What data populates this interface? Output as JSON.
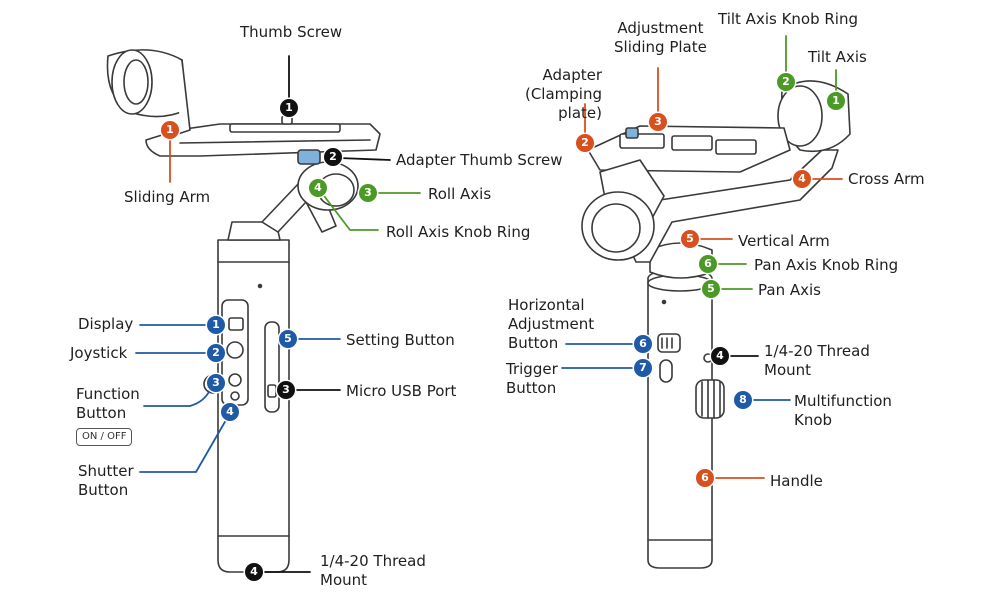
{
  "colors": {
    "black_marker": "#111111",
    "blue_marker": "#1f5aa6",
    "orange_marker": "#d7501e",
    "green_marker": "#4c9a26",
    "outline": "#3a3a3a"
  },
  "left_labels": {
    "thumb_screw": "Thumb Screw",
    "adapter_thumb_screw": "Adapter Thumb Screw",
    "sliding_arm": "Sliding Arm",
    "roll_axis": "Roll Axis",
    "roll_axis_knob_ring": "Roll Axis Knob Ring",
    "display": "Display",
    "joystick": "Joystick",
    "function_button": "Function\nButton",
    "on_off": "ON / OFF",
    "shutter_button": "Shutter\nButton",
    "setting_button": "Setting Button",
    "micro_usb_port": "Micro USB Port",
    "thread_mount": "1/4-20 Thread\nMount"
  },
  "right_labels": {
    "adjustment_sliding_plate": "Adjustment\nSliding Plate",
    "tilt_axis_knob_ring": "Tilt Axis Knob Ring",
    "tilt_axis": "Tilt Axis",
    "adapter": "Adapter\n(Clamping plate)",
    "cross_arm": "Cross Arm",
    "vertical_arm": "Vertical Arm",
    "pan_axis_knob_ring": "Pan Axis Knob Ring",
    "pan_axis": "Pan Axis",
    "horizontal_adjustment_button": "Horizontal\nAdjustment\nButton",
    "trigger_button": "Trigger\nButton",
    "thread_mount": "1/4-20 Thread\nMount",
    "multifunction_knob": "Multifunction\nKnob",
    "handle": "Handle"
  },
  "markers": {
    "l_thumb_screw": "1",
    "l_sliding_arm": "1",
    "l_adapter_thumb_screw": "2",
    "l_roll_axis": "3",
    "l_roll_knob": "4",
    "l_display": "1",
    "l_joystick": "2",
    "l_function": "3",
    "l_shutter": "4",
    "l_setting": "5",
    "l_usb": "3",
    "l_thread": "4",
    "r_adapter": "2",
    "r_sliding_plate": "3",
    "r_tilt_knob": "2",
    "r_tilt_axis": "1",
    "r_cross_arm": "4",
    "r_vertical_arm": "5",
    "r_pan_knob": "6",
    "r_pan_axis": "5",
    "r_horizontal_btn": "6",
    "r_trigger": "7",
    "r_thread": "4",
    "r_multifunction": "8",
    "r_handle": "6"
  }
}
